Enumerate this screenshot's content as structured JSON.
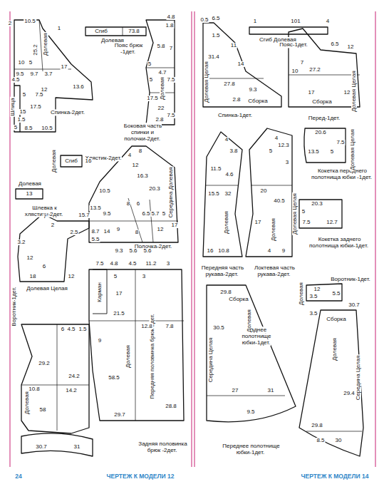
{
  "diagram": {
    "nodes": [
      {
        "text": [
          "Спинка-2дет."
        ]
      },
      {
        "text": [
          "Пояс брюк -1дет."
        ]
      },
      {
        "text": [
          "Боковая часть спинки и полочки-2дет."
        ]
      },
      {
        "text": [
          "Хлястик-2дет."
        ]
      },
      {
        "text": [
          "Шлевка к хлястику-2дет."
        ]
      },
      {
        "text": [
          "Полочка-2дет."
        ]
      },
      {
        "text": [
          "Воротник-1дет."
        ]
      },
      {
        "text": [
          "Передняя половинка брюк-2дет."
        ]
      },
      {
        "text": [
          "Задняя половинка брюк -2дет."
        ]
      },
      {
        "text": [
          "Пояс-1дет."
        ]
      },
      {
        "text": [
          "Спинка-1дет."
        ]
      },
      {
        "text": [
          "Перед-1дет."
        ]
      },
      {
        "text": [
          "Передняя часть рукава-2дет."
        ]
      },
      {
        "text": [
          "Локтевая часть рукава-2дет."
        ]
      },
      {
        "text": [
          "Кокетка переднего полотнища юбки -1дет."
        ]
      },
      {
        "text": [
          "Кокетка заднего полотнища юбки-1дет."
        ]
      },
      {
        "text": [
          "Воротник-1дет."
        ]
      },
      {
        "text": [
          "Заднее полотнище юбки-1дет."
        ]
      },
      {
        "text": [
          "Переднее полотнище юбки-1дет."
        ]
      }
    ],
    "labels": [
      "2",
      "10.5",
      "1",
      "25.2",
      "Долевая",
      "10",
      "5",
      "9.5",
      "9.7",
      "3.7",
      "17",
      "4.5",
      "12",
      "13.6",
      "7.5",
      "5",
      "Шлица",
      "15",
      "17.5",
      "1.5",
      "5",
      "8.5",
      "10.5",
      "Сгиб",
      "73.8",
      "Долевая",
      "4.8",
      "1.8",
      "5.8",
      "7",
      "5",
      "4.7",
      "7.5",
      "5",
      "17.5",
      "Долевая",
      "22",
      "7.5",
      "2.8",
      "Сгиб",
      "16",
      "Долевая",
      "Долевая",
      "13",
      "8",
      "4",
      "12",
      "16.3",
      "20.3",
      "10.5",
      "13.5",
      "9.5",
      "8",
      "6",
      "6.5",
      "5.7",
      "5",
      "Середина Долевая",
      "8.7",
      "14",
      "9",
      "8",
      "12",
      "17",
      "5.5",
      "9.3",
      "5.6",
      "5.6",
      "7",
      "2",
      "15.7",
      "2.5",
      "3.2",
      "12",
      "6",
      "18",
      "12",
      "Долевая Целая",
      "7.5",
      "4.8",
      "4.5",
      "11.2",
      "3",
      "Карман",
      "5",
      "3",
      "17",
      "21.5",
      "12.8",
      "7.8",
      "Долевая",
      "9",
      "58.5",
      "29.7",
      "28.8",
      "6",
      "4.5",
      "1.5",
      "29.2",
      "24.2",
      "10.8",
      "14.2",
      "58",
      "Долевая",
      "30.7",
      "31",
      "1",
      "101",
      "Сгиб Долевая",
      "4",
      "0.5",
      "6.5",
      "1.5",
      "11",
      "14",
      "31.4",
      "Долевая Целая",
      "27.8",
      "2.8",
      "Сборка",
      "9.3",
      "6.5",
      "12",
      "10",
      "7",
      "27.2",
      "17",
      "12",
      "Долевая Целая",
      "Сборка",
      "4",
      "3.8",
      "11.5",
      "4.6",
      "15.5",
      "32",
      "Долевая",
      "16",
      "10.8",
      "4",
      "12.3",
      "5",
      "3",
      "20",
      "40.5",
      "17",
      "Долевая",
      "4",
      "9",
      "20.6",
      "13.5",
      "5",
      "7.5",
      "Долевая Целая",
      "20.3",
      "5",
      "7.5",
      "12.7",
      "Долевая Целая",
      "12",
      "3.5",
      "5.5",
      "Долевая",
      "29.8",
      "Сборка",
      "Долевая",
      "Середина Целая",
      "30.5",
      "27",
      "31",
      "9.5",
      "Сборка",
      "30.7",
      "3.5",
      "Долевая",
      "Середина Целая",
      "29.4",
      "29.8",
      "30",
      "8.5",
      "24",
      "ЧЕРТЕЖ К МОДЕЛИ 12",
      "ЧЕРТЕЖ К МОДЕЛИ 14"
    ]
  }
}
